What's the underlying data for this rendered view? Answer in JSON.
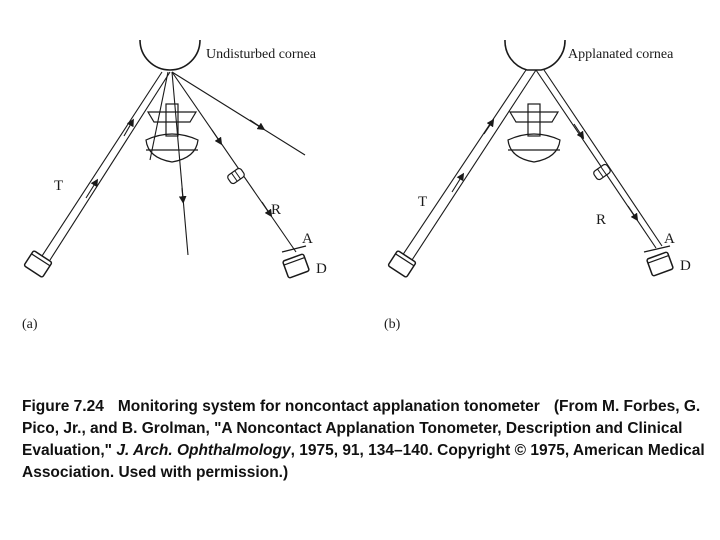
{
  "diagram": {
    "panel_a": {
      "cornea_label": "Undisturbed cornea",
      "transmitter_label": "T",
      "receiver_label": "R",
      "aperture_label": "A",
      "detector_label": "D",
      "panel_label": "(a)"
    },
    "panel_b": {
      "cornea_label": "Applanated cornea",
      "transmitter_label": "T",
      "receiver_label": "R",
      "aperture_label": "A",
      "detector_label": "D",
      "panel_label": "(b)"
    }
  },
  "caption": {
    "figure_number": "Figure 7.24",
    "title": "Monitoring system for noncontact applanation tonometer",
    "citation_part1": "(From M. Forbes, G. Pico, Jr., and B. Grolman, \"A Noncontact Applanation Tonometer, Description and Clinical Evaluation,\"",
    "journal": "J. Arch. Ophthalmology",
    "citation_part2": ", 1975, 91, 134–140. Copyright © 1975, American Medical Association. Used with permission.)"
  }
}
